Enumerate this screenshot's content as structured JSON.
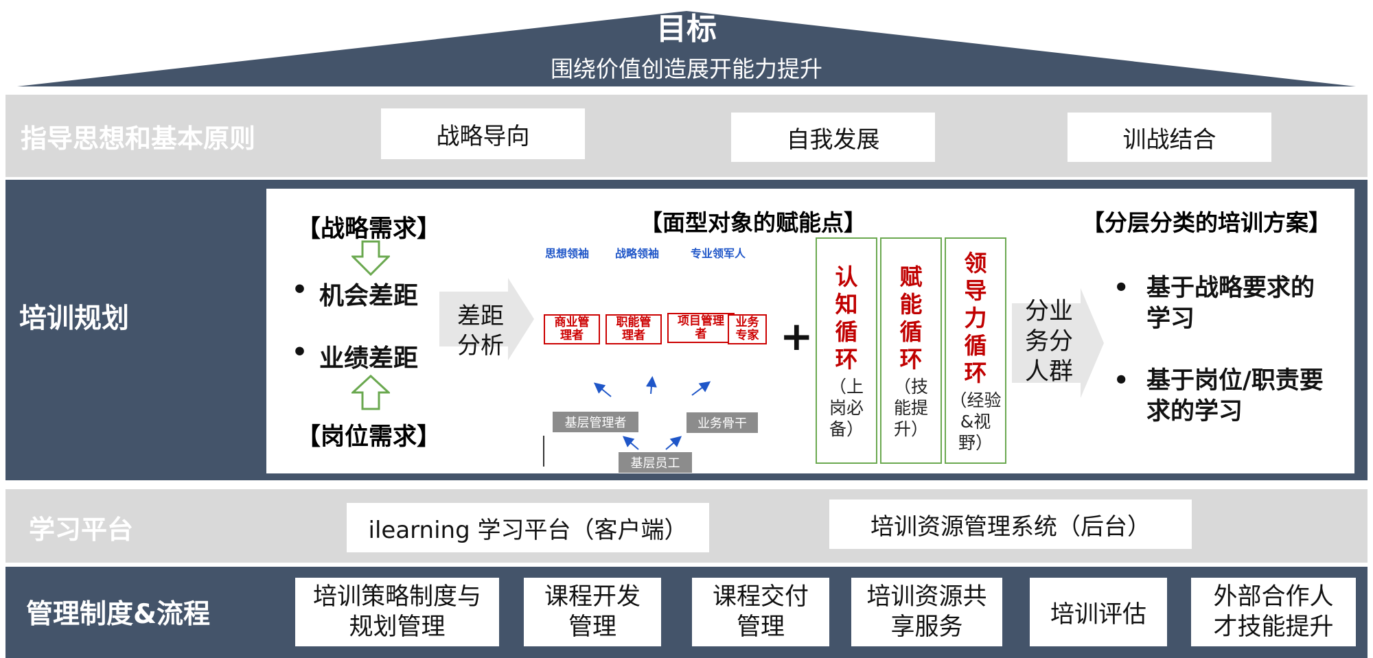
{
  "roof": {
    "title": "目标",
    "subtitle": "围绕价值创造展开能力提升",
    "color": "#44546a"
  },
  "principles": {
    "label": "指导思想和基本原则",
    "items": [
      "战略导向",
      "自我发展",
      "训战结合"
    ]
  },
  "planning": {
    "label": "培训规划",
    "left": {
      "top_title": "【战略需求】",
      "bullets": [
        "机会差距",
        "业绩差距"
      ],
      "bottom_title": "【岗位需求】"
    },
    "gap_arrow": [
      "差距",
      "分析"
    ],
    "enablement": {
      "title": "【面型对象的赋能点】",
      "top_labels": [
        "思想领袖",
        "战略领袖",
        "专业领军人"
      ],
      "role_boxes": [
        "商业管理者",
        "职能管理者",
        "项目管理者",
        "业务专家"
      ],
      "gray_boxes": {
        "left": "基层管理者",
        "right": "业务骨干",
        "bottom": "基层员工"
      },
      "plus": "+"
    },
    "cycles": [
      {
        "name": "认知循环",
        "desc": "（上岗必备）"
      },
      {
        "name": "赋能循环",
        "desc": "（技能提升）"
      },
      {
        "name": "领导力循环",
        "desc": "（经验&视野）"
      }
    ],
    "group_arrow": [
      "分业",
      "务分",
      "人群"
    ],
    "scheme": {
      "title": "【分层分类的培训方案】",
      "bullets": [
        "基于战略要求的学习",
        "基于岗位/职责要求的学习"
      ]
    }
  },
  "platform": {
    "label": "学习平台",
    "items": [
      "ilearning 学习平台（客户端）",
      "培训资源管理系统（后台）"
    ]
  },
  "management": {
    "label": "管理制度&流程",
    "items": [
      "培训策略制度与规划管理",
      "课程开发管理",
      "课程交付管理",
      "培训资源共享服务",
      "培训评估",
      "外部合作人才技能提升"
    ]
  },
  "colors": {
    "navy": "#44546a",
    "light_band": "#d9d9d9",
    "green": "#6aa84f",
    "red": "#c00000",
    "blue": "#1f56c8"
  }
}
